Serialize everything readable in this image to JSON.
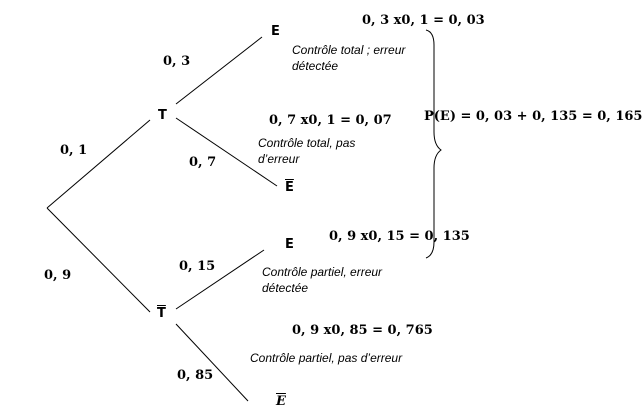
{
  "tree": {
    "root_to_T": "0, 1",
    "root_to_Tbar": "0, 9",
    "T_to_E": "0, 3",
    "T_to_Ebar": "0, 7",
    "Tbar_to_E": "0, 15",
    "Tbar_to_Ebar": "0, 85",
    "node_T": "T",
    "node_Tbar": "T",
    "node_E1": "E",
    "node_Ebar1": "E",
    "node_E2": "E",
    "node_Ebar2": "E"
  },
  "products": {
    "p1": "0, 3 x0, 1 = 0, 03",
    "p2": "0, 7 x0, 1 = 0, 07",
    "p3": "0, 9 x0, 15 = 0, 135",
    "p4": "0, 9 x0, 85 = 0, 765"
  },
  "notes": {
    "n1": "Contrôle total ; erreur détectée",
    "n2": "Contrôle total, pas d’erreur",
    "n3": "Contrôle partiel, erreur détectée",
    "n4": "Contrôle partiel, pas d’erreur"
  },
  "total": "P(E) = 0, 03 + 0, 135 = 0, 165"
}
